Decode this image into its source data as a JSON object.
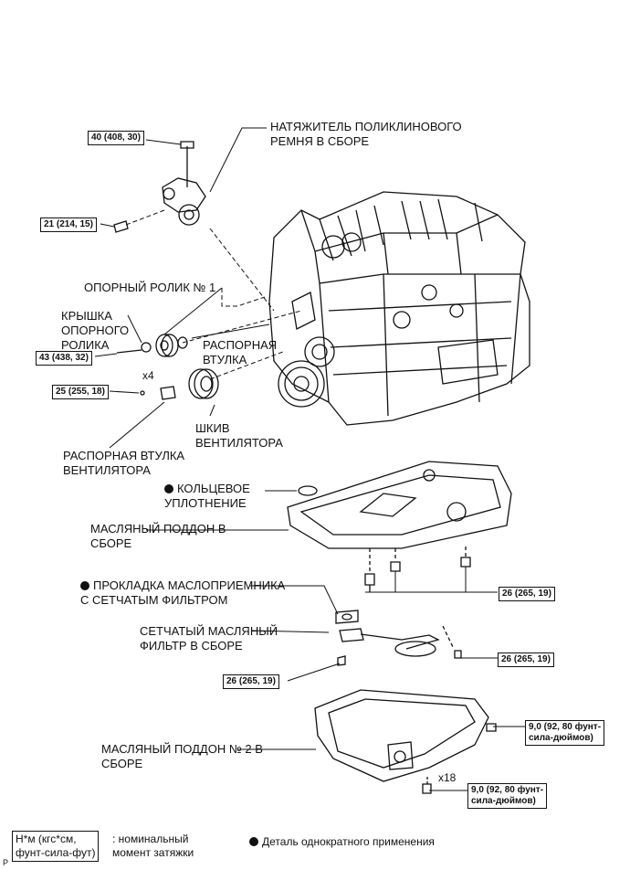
{
  "parts": {
    "tensioner": "НАТЯЖИТЕЛЬ ПОЛИКЛИНОВОГО\nРЕМНЯ В СБОРЕ",
    "idler_no1": "ОПОРНЫЙ РОЛИК № 1",
    "idler_cover": "КРЫШКА\nОПОРНОГО\nРОЛИКА",
    "spacer": "РАСПОРНАЯ\nВТУЛКА",
    "fan_pulley": "ШКИВ\nВЕНТИЛЯТОРА",
    "fan_spacer": "РАСПОРНАЯ ВТУЛКА\nВЕНТИЛЯТОРА",
    "o_ring": "КОЛЬЦЕВОЕ\nУПЛОТНЕНИЕ",
    "oil_pan": "МАСЛЯНЫЙ ПОДДОН В\nСБОРЕ",
    "strainer_gasket": "ПРОКЛАДКА МАСЛОПРИЕМНИКА\nС СЕТЧАТЫМ ФИЛЬТРОМ",
    "strainer": "СЕТЧАТЫЙ МАСЛЯНЫЙ\nФИЛЬТР В СБОРЕ",
    "oil_pan_no2": "МАСЛЯНЫЙ ПОДДОН № 2 В\nСБОРЕ"
  },
  "torques": {
    "t1": "40 (408, 30)",
    "t2": "21 (214, 15)",
    "t3": "43 (438, 32)",
    "t4": "25 (255, 18)",
    "t5": "26 (265, 19)",
    "t6": "26 (265, 19)",
    "t7": "26 (265, 19)",
    "t8": "9,0 (92, 80 фунт-\nсила-дюймов)",
    "t9": "9,0 (92, 80 фунт-\nсила-дюймов)"
  },
  "multipliers": {
    "x4": "x4",
    "x18": "x18"
  },
  "legend": {
    "unit_box": "Н*м (кгс*см,\nфунт-сила-фут)",
    "unit_desc": ": номинальный\nмомент затяжки",
    "single_use": "Деталь однократного применения"
  },
  "code": "P"
}
